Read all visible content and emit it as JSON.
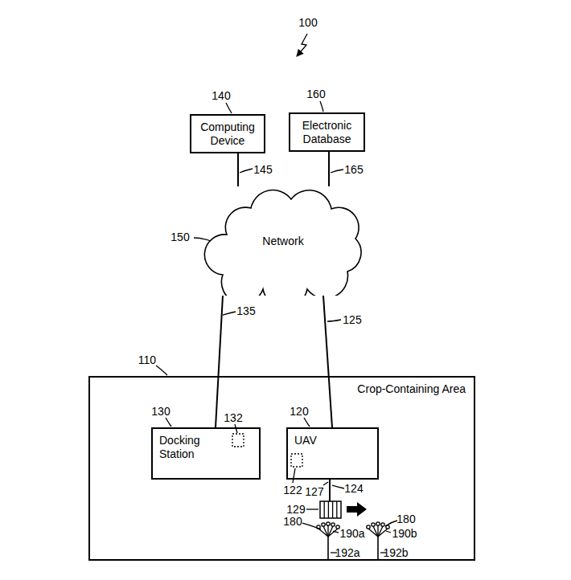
{
  "diagram": {
    "nodes": [
      {
        "text": [
          "Computing Device"
        ]
      },
      {
        "text": [
          "Electronic Database"
        ]
      },
      {
        "text": [
          "Network"
        ]
      },
      {
        "text": [
          "Crop-Containing Area"
        ]
      },
      {
        "text": [
          "Docking Station"
        ],
        "in": 3
      },
      {
        "text": [
          "UAV"
        ],
        "in": 3
      }
    ],
    "edges": [
      {
        "from": 0,
        "to": 2,
        "arrow": "none"
      },
      {
        "from": 1,
        "to": 2,
        "arrow": "none"
      },
      {
        "from": 2,
        "to": 4,
        "arrow": "none"
      },
      {
        "from": 2,
        "to": 5,
        "arrow": "none"
      }
    ],
    "labels": [
      "100",
      "140",
      "160",
      "145",
      "165",
      "150",
      "135",
      "125",
      "110",
      "130",
      "132",
      "120",
      "122",
      "127",
      "124",
      "129",
      "180",
      "180",
      "190a",
      "190b",
      "192a",
      "192b"
    ]
  }
}
